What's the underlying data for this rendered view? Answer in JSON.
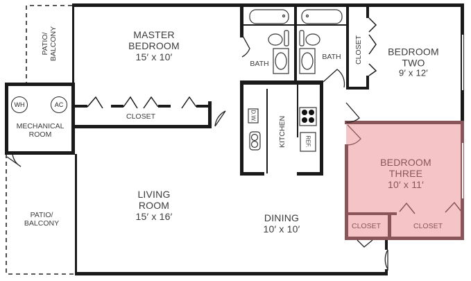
{
  "floorplan": {
    "highlight_color": "#f4c4c6",
    "highlight_wall_color": "#8a5558",
    "wall_color": "#1a1a1a",
    "rooms": {
      "master_bedroom": {
        "name_line1": "MASTER",
        "name_line2": "BEDROOM",
        "size": "15′ x 10′"
      },
      "bedroom_two": {
        "name_line1": "BEDROOM",
        "name_line2": "TWO",
        "size": "9′ x 12′"
      },
      "bedroom_three": {
        "name_line1": "BEDROOM",
        "name_line2": "THREE",
        "size": "10′ x 11′",
        "highlighted": true
      },
      "living_room": {
        "name_line1": "LIVING",
        "name_line2": "ROOM",
        "size": "15′ x 16′"
      },
      "dining": {
        "name": "DINING",
        "size": "10′ x 10′"
      },
      "kitchen": {
        "name": "KITCHEN"
      },
      "bath_left": {
        "name": "BATH"
      },
      "bath_right": {
        "name": "BATH"
      },
      "mechanical_room": {
        "name_line1": "MECHANICAL",
        "name_line2": "ROOM"
      },
      "patio_top": {
        "name_line1": "PATIO/",
        "name_line2": "BALCONY"
      },
      "patio_bottom": {
        "name_line1": "PATIO/",
        "name_line2": "BALCONY"
      },
      "closet_master": {
        "name": "CLOSET"
      },
      "closet_bedroom_two": {
        "name": "CLOSET"
      },
      "closet_bedroom_three_small": {
        "name": "CLOSET"
      },
      "closet_bedroom_three_large": {
        "name": "CLOSET"
      }
    },
    "fixtures": {
      "water_heater": "WH",
      "air_conditioner": "AC",
      "dishwasher": "D.W.",
      "refrigerator": "REF."
    }
  }
}
